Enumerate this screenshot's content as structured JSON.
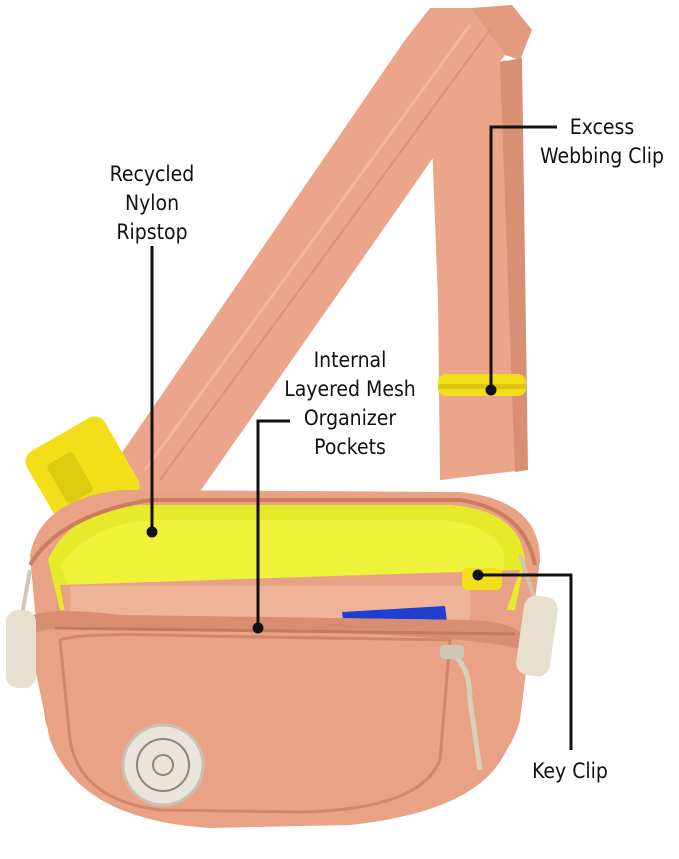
{
  "image": {
    "subject": "peach sling belt bag with yellow lining and annotated features",
    "colors": {
      "bag": "#e9a285",
      "bag_shadow": "#d4876a",
      "lining": "#e6ea2a",
      "buckle": "#f2df1a",
      "zipper_tab": "#e7e0cf",
      "accent_blue": "#1e3fd0",
      "callout_line": "#111111"
    }
  },
  "callouts": [
    {
      "id": "recycled",
      "lines": [
        "Recycled",
        "Nylon",
        "Ripstop"
      ]
    },
    {
      "id": "excess",
      "lines": [
        "Excess",
        "Webbing Clip"
      ]
    },
    {
      "id": "internal",
      "lines": [
        "Internal",
        "Layered Mesh",
        "Organizer",
        "Pockets"
      ]
    },
    {
      "id": "key",
      "lines": [
        "Key Clip"
      ]
    }
  ]
}
